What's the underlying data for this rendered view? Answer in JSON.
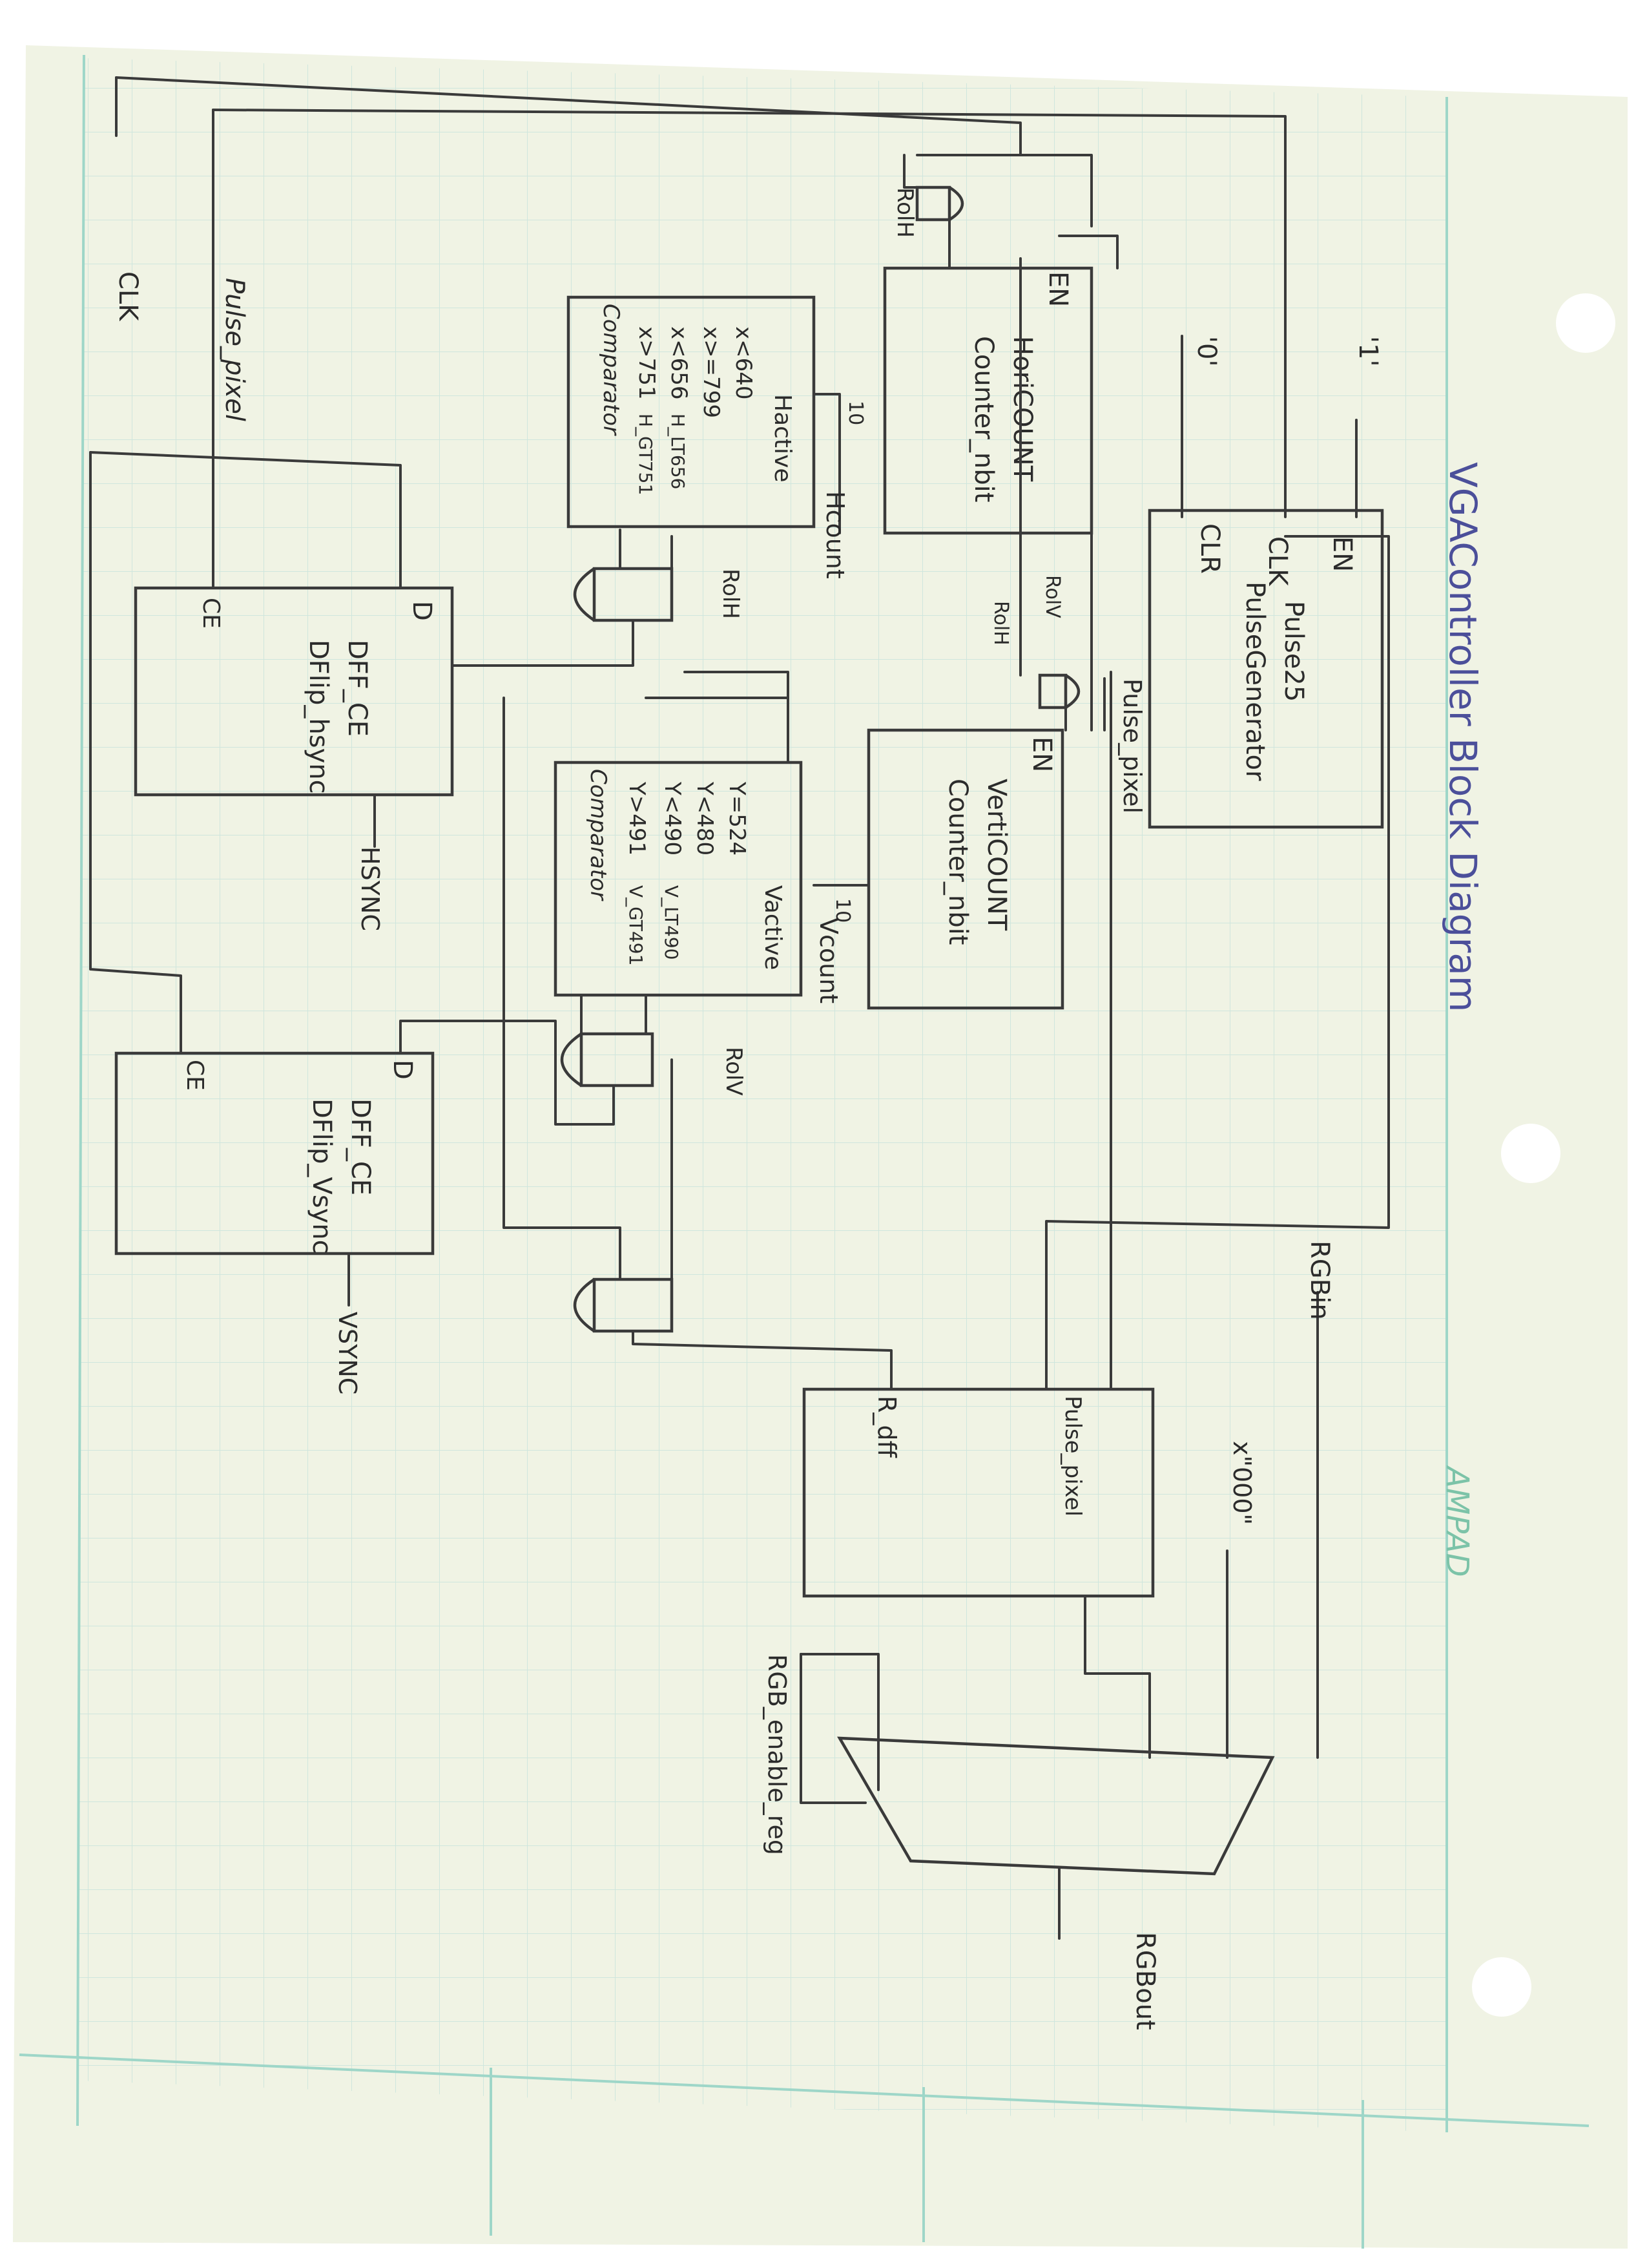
{
  "title": "VGAController Block Diagram",
  "pad_brand": "AMPAD",
  "colors": {
    "paper": "#f0f3e4",
    "grid": "#cfe6dd",
    "margin_line": "#9ed6c8",
    "ink": "#3a3a3a",
    "title_ink": "#4b4f9a",
    "brand": "#7cc3a8"
  },
  "blocks": {
    "pulse_gen": {
      "lines": [
        "Pulse25",
        "PulseGenerator"
      ],
      "ports": [
        "EN",
        "CLK",
        "CLR"
      ]
    },
    "hori_count": {
      "lines": [
        "HoriCOUNT",
        "Counter_nbit"
      ],
      "ports": [
        "EN"
      ]
    },
    "vert_count": {
      "lines": [
        "VertiCOUNT",
        "Counter_nbit"
      ],
      "ports": [
        "EN"
      ]
    },
    "h_comp": {
      "lines": [
        "Hactive",
        "x<640",
        "x>=799",
        "x<656",
        "x>751",
        "Comparator"
      ],
      "outs": [
        "H_LT656",
        "H_GT751"
      ]
    },
    "v_comp": {
      "lines": [
        "Vactive",
        "Y=524",
        "Y<480",
        "Y<490",
        "Y>491",
        "Comparator"
      ],
      "outs": [
        "V_LT490",
        "V_GT491"
      ]
    },
    "dff_h": {
      "lines": [
        "DFF_CE",
        "DFlip_hsync"
      ],
      "ports": [
        "D",
        "CE"
      ]
    },
    "dff_v": {
      "lines": [
        "DFF_CE",
        "DFlip_Vsync"
      ],
      "ports": [
        "D",
        "CE"
      ]
    },
    "rdff": {
      "ports": [
        "R_dff",
        "Pulse_pixel"
      ]
    }
  },
  "signals": {
    "one": "'1'",
    "zero": "'0'",
    "clk": "CLK",
    "pulse_pixel": "Pulse_pixel",
    "pulse_pixel2": "Pulse_pixel",
    "rolh": "RolH",
    "rolh2": "RolH",
    "rolh3": "RolH",
    "rolv": "RolV",
    "rolv2": "RolV",
    "hcount": "Hcount",
    "vcount": "Vcount",
    "bus10a": "10",
    "bus10b": "10",
    "hsync": "HSYNC",
    "vsync": "VSYNC",
    "rgbin": "RGBin",
    "x000": "x\"000\"",
    "rgb_enable": "RGB_enable_reg",
    "rgbout": "RGBout"
  }
}
